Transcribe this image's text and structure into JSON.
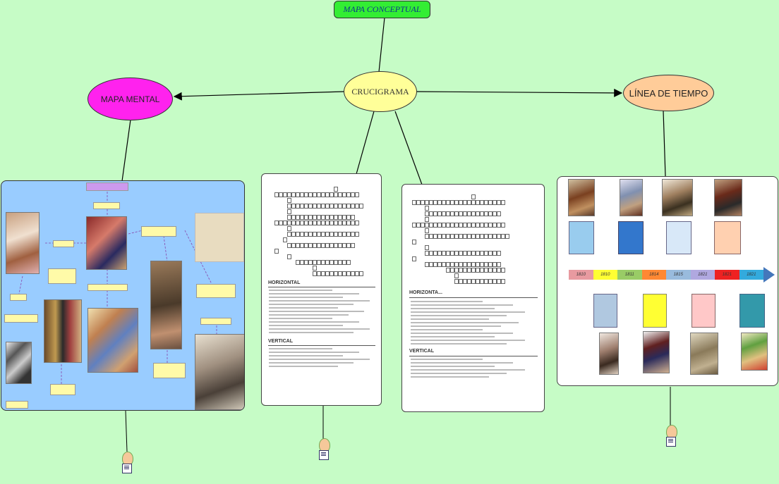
{
  "nodes": {
    "mapa_conceptual": "MAPA CONCEPTUAL",
    "crucigrama": "CRUCIGRAMA",
    "mapa_mental": "MAPA MENTAL",
    "linea_tiempo": "LÍNEA DE TIEMPO"
  },
  "crossword": {
    "horizontal_label": "HORIZONTAL",
    "vertical_label": "VERTICAL"
  },
  "crossword2": {
    "horizontal_label": "HORIZONTA...",
    "vertical_label": "VERTICAL"
  },
  "timeline": {
    "years": [
      "1810",
      "1810",
      "1811",
      "1814",
      "1815",
      "1821",
      "1821",
      "1821"
    ],
    "colors": [
      "#e89aa0",
      "#ffff33",
      "#99cc66",
      "#ff8833",
      "#99bbdd",
      "#b0a8e0",
      "#ee2222",
      "#33aadd"
    ]
  },
  "colors": {
    "background": "#c6fcc6",
    "conceptual_fill": "#33ee33",
    "crucigrama_fill": "#ffff99",
    "mental_fill": "#ff22ee",
    "tiempo_fill": "#ffcc99",
    "mental_panel": "#99ccff"
  }
}
